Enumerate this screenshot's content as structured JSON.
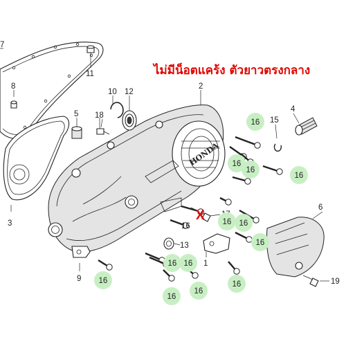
{
  "note": {
    "text": "ไม่มีน็อตแคร้ง ตัวยาวตรงกลาง",
    "color": "#e10600"
  },
  "colors": {
    "highlight": "#c8efc4",
    "mark": "#e10600",
    "line": "#222222"
  },
  "brand_text": "HONDA",
  "x_mark": "X",
  "callouts": {
    "c1": "1",
    "c2": "2",
    "c3": "3",
    "c4": "4",
    "c5": "5",
    "c6": "6",
    "c7": "7",
    "c8": "8",
    "c9": "9",
    "c10": "10",
    "c11": "11",
    "c12": "12",
    "c13": "13",
    "c15": "15",
    "c17": "17",
    "c18": "18",
    "c19": "19"
  },
  "highlighted_16": [
    "16",
    "16",
    "16",
    "16",
    "16",
    "16",
    "16",
    "16",
    "16",
    "16",
    "16",
    "16",
    "16"
  ],
  "plain_16": [
    "16",
    "16"
  ]
}
